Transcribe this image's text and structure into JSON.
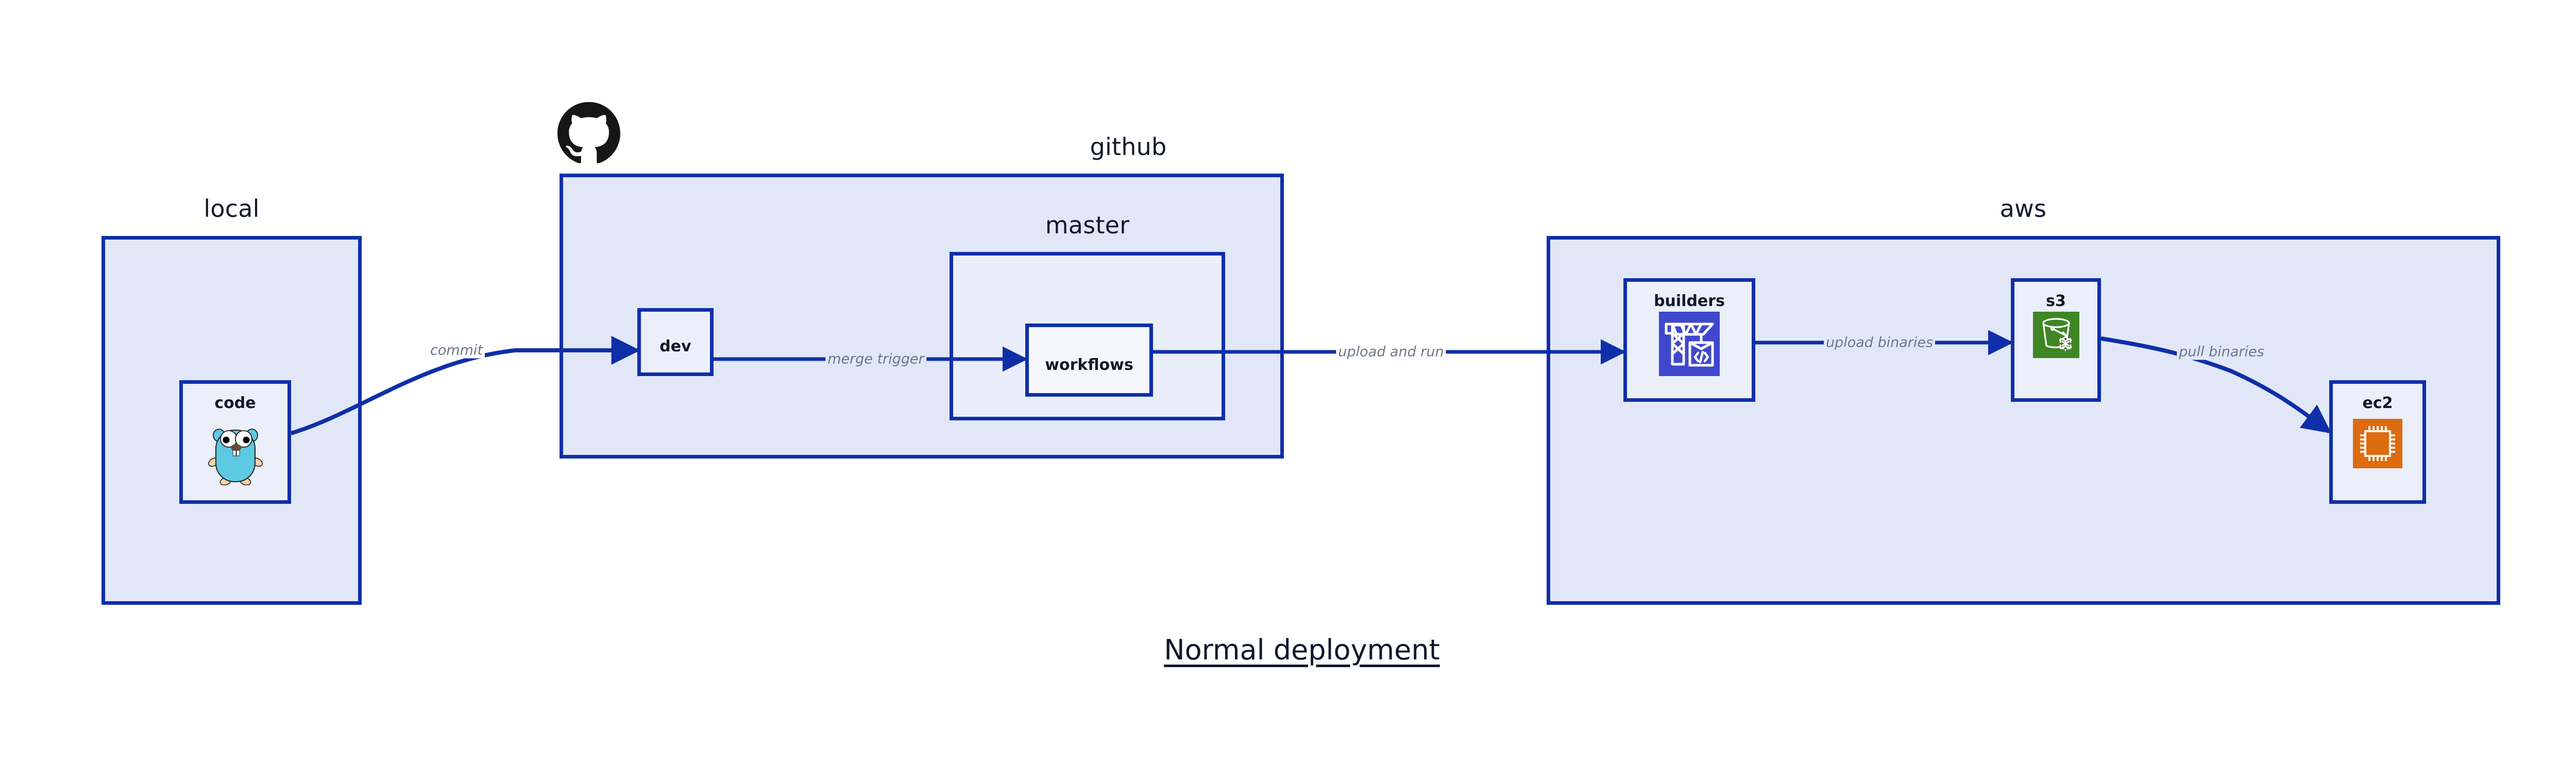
{
  "diagram": {
    "title": "Normal deployment",
    "colors": {
      "zone_border": "#0F2FA8",
      "zone_fill": "#E2E7F8",
      "zone_fill_nested": "#EAEEFB",
      "node_fill": "#EBEFFA",
      "node_fill_light": "#F5F7FD",
      "edge_stroke": "#0F2FA8",
      "edge_label_text": "#6E7789",
      "title_text": "#12172B",
      "codebuild_icon": "#3F48CC",
      "s3_icon": "#3F8624",
      "ec2_icon": "#DD6B10",
      "gopher_body": "#5DC9E2",
      "github_logo": "#161614"
    }
  },
  "zones": [
    {
      "id": "local",
      "label": "local"
    },
    {
      "id": "github",
      "label": "github"
    },
    {
      "id": "master",
      "label": "master"
    },
    {
      "id": "aws",
      "label": "aws"
    }
  ],
  "nodes": [
    {
      "id": "code",
      "label": "code",
      "icon": "go-gopher-icon",
      "zone": "local"
    },
    {
      "id": "dev",
      "label": "dev",
      "icon": null,
      "zone": "github"
    },
    {
      "id": "workflows",
      "label": "workflows",
      "icon": null,
      "zone": "master"
    },
    {
      "id": "builders",
      "label": "builders",
      "icon": "aws-codebuild-icon",
      "zone": "aws"
    },
    {
      "id": "s3",
      "label": "s3",
      "icon": "aws-s3-glacier-icon",
      "zone": "aws"
    },
    {
      "id": "ec2",
      "label": "ec2",
      "icon": "aws-ec2-icon",
      "zone": "aws"
    }
  ],
  "edges": [
    {
      "id": "commit",
      "label": "commit",
      "from": "code",
      "to": "dev"
    },
    {
      "id": "merge-trigger",
      "label": "merge trigger",
      "from": "dev",
      "to": "workflows"
    },
    {
      "id": "upload-and-run",
      "label": "upload and run",
      "from": "workflows",
      "to": "builders"
    },
    {
      "id": "upload-binaries",
      "label": "upload binaries",
      "from": "builders",
      "to": "s3"
    },
    {
      "id": "pull-binaries",
      "label": "pull binaries",
      "from": "s3",
      "to": "ec2"
    }
  ],
  "logos": [
    {
      "id": "github-logo",
      "name": "github-octocat-logo"
    }
  ]
}
